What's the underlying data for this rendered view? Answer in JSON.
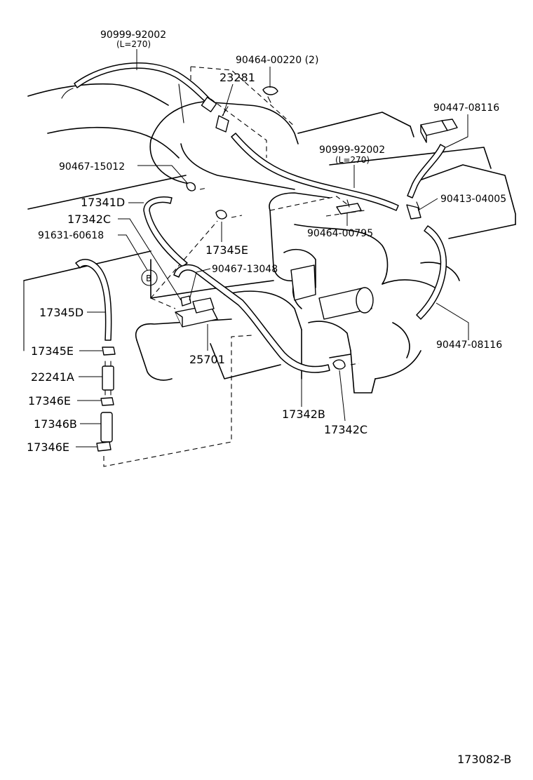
{
  "labels": {
    "p90999_top": "90999-92002",
    "p90999_top_len": "(L=270)",
    "p90464_00220": "90464-00220 (2)",
    "p23281": "23281",
    "p90447_top": "90447-08116",
    "p90467_15012": "90467-15012",
    "p90999_mid": "90999-92002",
    "p90999_mid_len": "(L=270)",
    "p17341D": "17341D",
    "p90413": "90413-04005",
    "p17342C_left": "17342C",
    "p90464_00795": "90464-00795",
    "p91631": "91631-60618",
    "p17345E_mid": "17345E",
    "p90467_13048": "90467-13048",
    "p17345D": "17345D",
    "p90447_right": "90447-08116",
    "p17345E_left": "17345E",
    "p25701": "25701",
    "p22241A": "22241A",
    "p17346E_a": "17346E",
    "p17342B": "17342B",
    "p17346B": "17346B",
    "p17342C_bottom": "17342C",
    "p17346E_b": "17346E",
    "marker_b": "B",
    "diagram_id": "173082-B"
  }
}
